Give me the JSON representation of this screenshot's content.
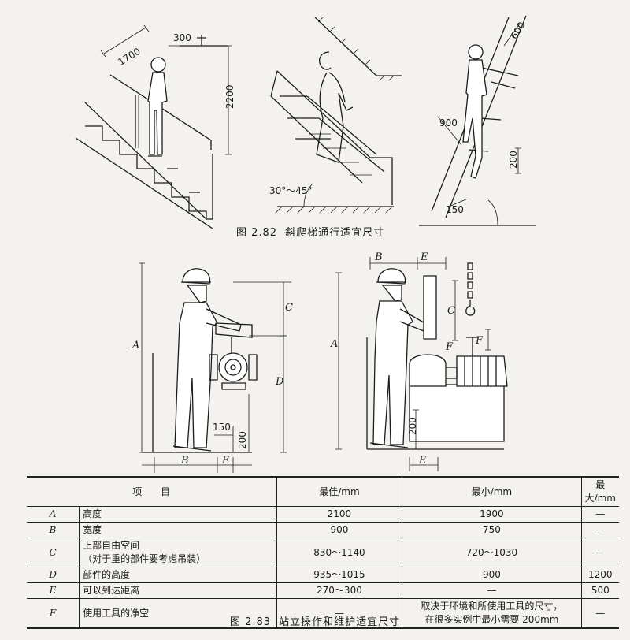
{
  "fig282": {
    "number": "图 2.82",
    "title": "斜爬梯通行适宜尺寸",
    "dims": {
      "d1700": "1700",
      "d300": "300",
      "d2200": "2200",
      "angle": "30°～45°",
      "d600": "600",
      "d900": "900",
      "d200": "200",
      "d150": "150"
    }
  },
  "fig283": {
    "number": "图 2.83",
    "title": "站立操作和维护适宜尺寸",
    "dims": {
      "A": "A",
      "B": "B",
      "C": "C",
      "D": "D",
      "E": "E",
      "F": "F",
      "d150": "150",
      "d200": "200",
      "d200b": "200"
    }
  },
  "table": {
    "headers": {
      "item": "项　　目",
      "best": "最佳/mm",
      "min": "最小/mm",
      "max": "最大/mm"
    },
    "rows": [
      {
        "key": "A",
        "item": "高度",
        "best": "2100",
        "min": "1900",
        "max": "—"
      },
      {
        "key": "B",
        "item": "宽度",
        "best": "900",
        "min": "750",
        "max": "—"
      },
      {
        "key": "C",
        "item": "上部自由空间",
        "item2": "（对于重的部件要考虑吊装）",
        "best": "830～1140",
        "min": "720～1030",
        "max": "—"
      },
      {
        "key": "D",
        "item": "部件的高度",
        "best": "935～1015",
        "min": "900",
        "max": "1200"
      },
      {
        "key": "E",
        "item": "可以到达距离",
        "best": "270～300",
        "min": "—",
        "max": "500"
      },
      {
        "key": "F",
        "item": "使用工具的净空",
        "best": "—",
        "min": "取决于环境和所使用工具的尺寸，",
        "min2": "在很多实例中最小需要 200mm",
        "max": "—"
      }
    ]
  }
}
